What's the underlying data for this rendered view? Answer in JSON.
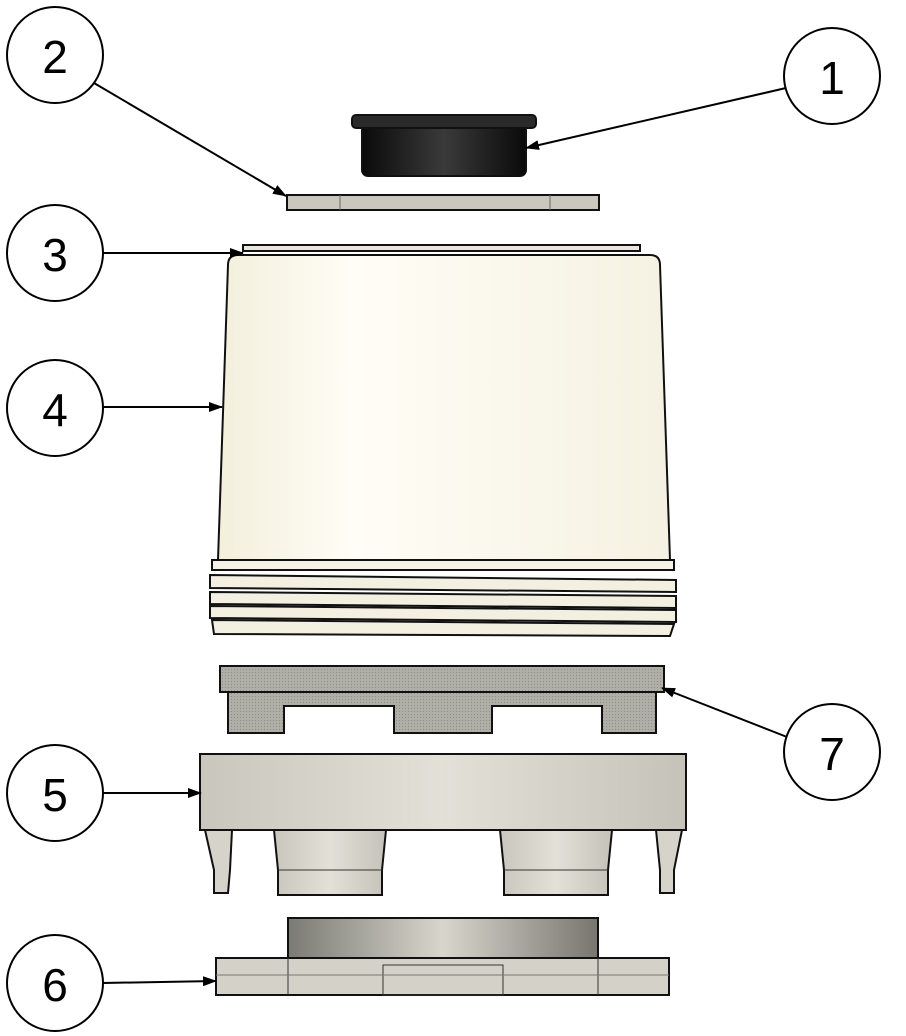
{
  "diagram": {
    "type": "exploded-assembly-view",
    "balloons": [
      {
        "id": "balloon-1",
        "label": "1"
      },
      {
        "id": "balloon-2",
        "label": "2"
      },
      {
        "id": "balloon-3",
        "label": "3"
      },
      {
        "id": "balloon-4",
        "label": "4"
      },
      {
        "id": "balloon-5",
        "label": "5"
      },
      {
        "id": "balloon-6",
        "label": "6"
      },
      {
        "id": "balloon-7",
        "label": "7"
      }
    ],
    "colors": {
      "cap": "#1a1a1a",
      "plate": "#c9c7bd",
      "container": "#fdfbf2",
      "filter": "#a9a8a0",
      "base": "#d8d6cc"
    }
  }
}
